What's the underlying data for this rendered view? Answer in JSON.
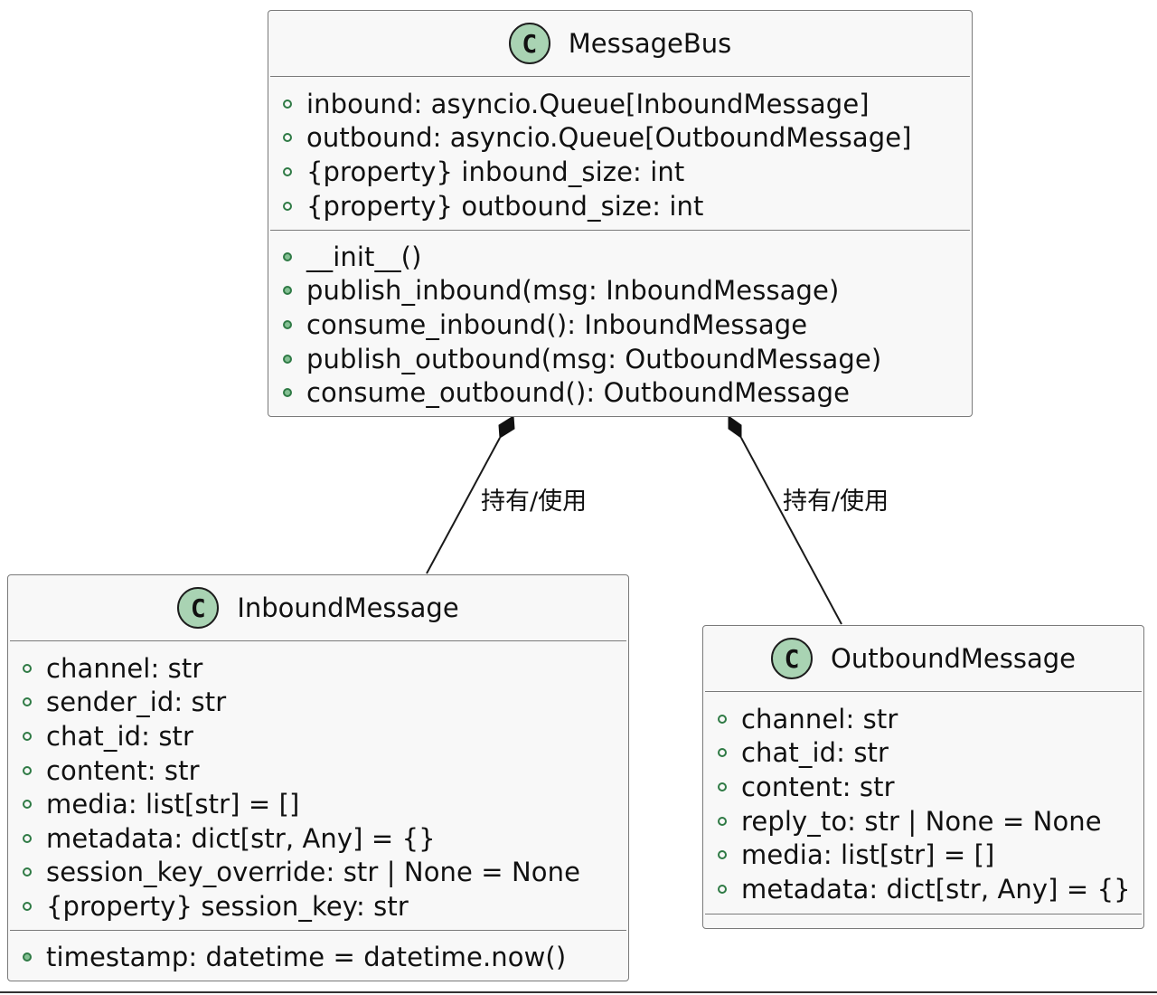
{
  "colors": {
    "badge_fill": "#a9d3b3",
    "visibility_green": "#2f7a45",
    "box_fill": "#f8f8f8",
    "box_border": "#7a7a7a"
  },
  "classes": {
    "message_bus": {
      "stereotype_icon": "C",
      "name": "MessageBus",
      "fields": [
        "inbound: asyncio.Queue[InboundMessage]",
        "outbound: asyncio.Queue[OutboundMessage]",
        "{property} inbound_size: int",
        "{property} outbound_size: int"
      ],
      "methods": [
        "__init__()",
        "publish_inbound(msg: InboundMessage)",
        "consume_inbound(): InboundMessage",
        "publish_outbound(msg: OutboundMessage)",
        "consume_outbound(): OutboundMessage"
      ]
    },
    "inbound_message": {
      "stereotype_icon": "C",
      "name": "InboundMessage",
      "fields": [
        "channel: str",
        "sender_id: str",
        "chat_id: str",
        "content: str",
        "media: list[str] = []",
        "metadata: dict[str, Any] = {}",
        "session_key_override: str | None = None",
        "{property} session_key: str"
      ],
      "methods": [
        "timestamp: datetime = datetime.now()"
      ]
    },
    "outbound_message": {
      "stereotype_icon": "C",
      "name": "OutboundMessage",
      "fields": [
        "channel: str",
        "chat_id: str",
        "content: str",
        "reply_to: str | None = None",
        "media: list[str] = []",
        "metadata: dict[str, Any] = {}"
      ],
      "methods": []
    }
  },
  "relations": [
    {
      "from": "MessageBus",
      "to": "InboundMessage",
      "kind": "composition",
      "label": "持有/使用"
    },
    {
      "from": "MessageBus",
      "to": "OutboundMessage",
      "kind": "composition",
      "label": "持有/使用"
    }
  ]
}
